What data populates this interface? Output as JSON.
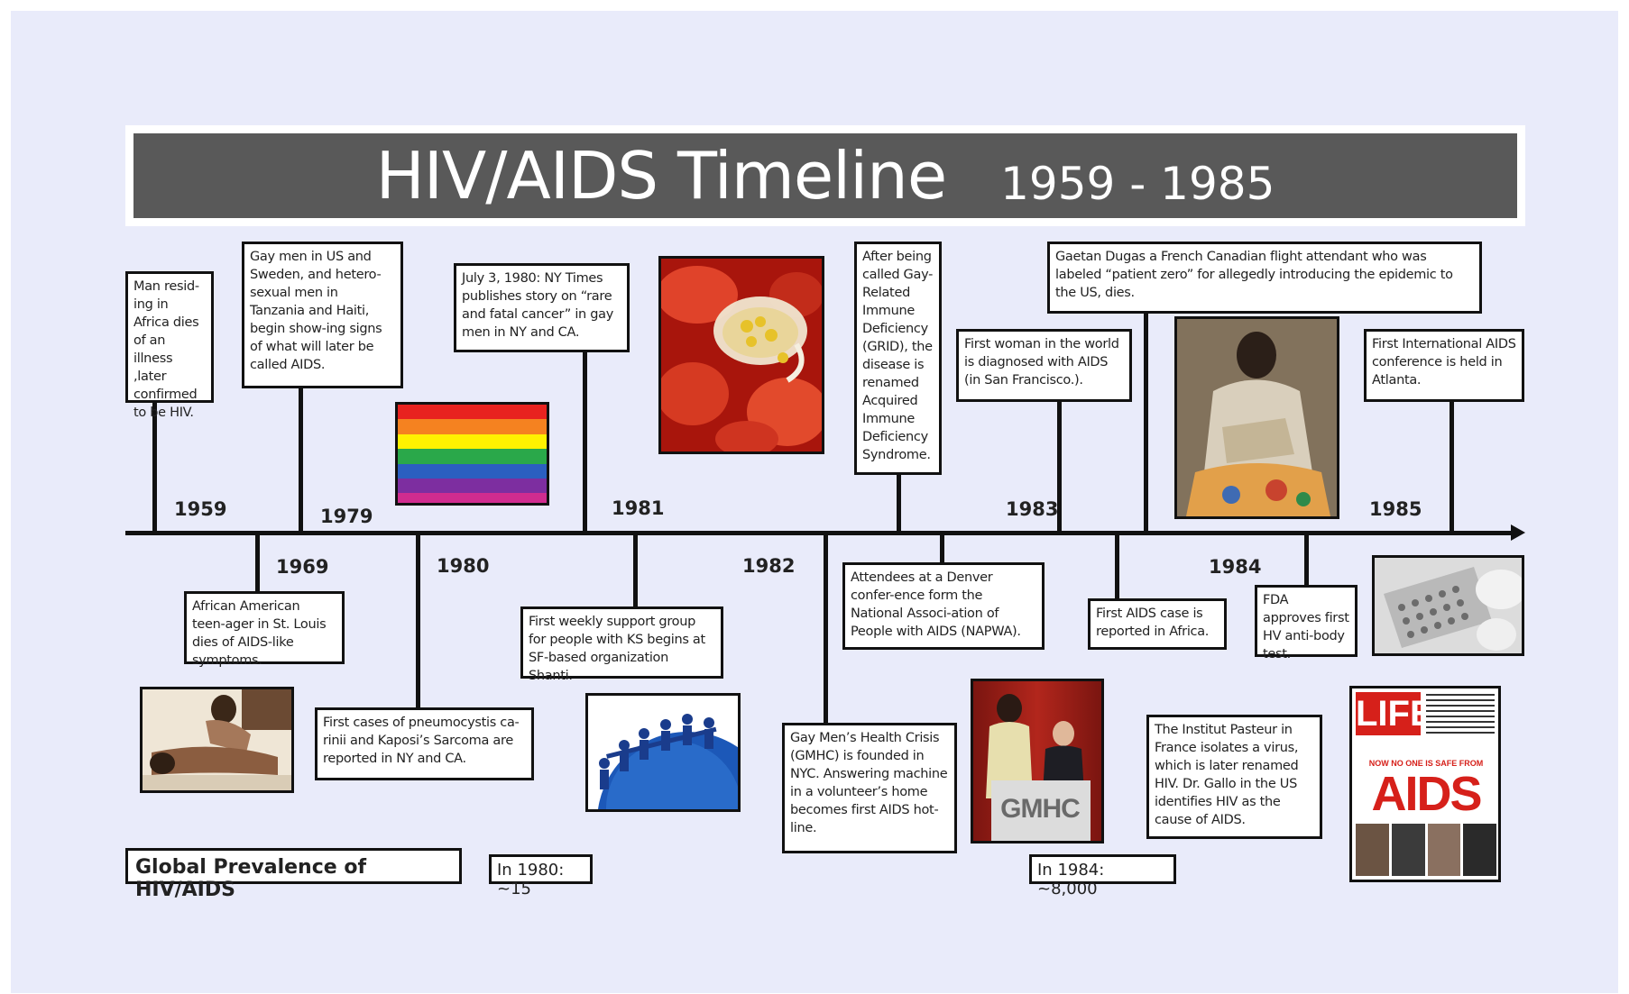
{
  "header": {
    "title": "HIV/AIDS Timeline",
    "years": "1959 - 1985"
  },
  "years": [
    "1959",
    "1969",
    "1979",
    "1980",
    "1981",
    "1982",
    "1983",
    "1984",
    "1985"
  ],
  "events_above": [
    "Man resid-ing in Africa dies of an illness ,later confirmed to be HIV.",
    "Gay men in US and Sweden, and hetero-sexual men in Tanzania and Haiti, begin show-ing signs of what will later be called AIDS.",
    "July 3, 1980: NY Times publishes story on “rare and fatal cancer” in gay men in NY and CA.",
    "After being called Gay-Related Immune Deficiency (GRID), the disease is renamed Acquired Immune Deficiency Syndrome.",
    "First woman in the world is diagnosed with AIDS (in San Francisco.).",
    "Gaetan Dugas a French Canadian flight attendant who was labeled “patient zero” for allegedly introducing the epidemic to the US, dies.",
    "First International AIDS conference is held in Atlanta."
  ],
  "events_below": [
    "African American teen-ager in St. Louis dies of AIDS-like symptoms.",
    "First cases of pneumocystis ca-rinii and Kaposi’s Sarcoma are reported in NY and CA.",
    "First weekly support group for people with KS begins at SF-based organization Shanti.",
    "Gay Men’s Health Crisis (GMHC) is founded in NYC. Answering machine in a volunteer’s home becomes first AIDS hot-line.",
    "Attendees at a Denver confer-ence form the National Associ-ation of People with AIDS (NAPWA).",
    "First AIDS case is reported in Africa.",
    "The Institut Pasteur in France isolates a virus, which is later renamed HIV. Dr. Gallo in the US identifies HIV as the cause of AIDS.",
    "FDA approves first HV anti-body test."
  ],
  "prevalence": {
    "label": "Global Prevalence of HIV/AIDS",
    "stat_1980": "In 1980: ~15",
    "stat_1984": "In 1984: ~8,000"
  },
  "images": {
    "gmhc_sign": "GMHC",
    "life_logo": "LIFE",
    "life_headline": "NOW NO ONE IS SAFE FROM",
    "life_big": "AIDS"
  },
  "colors": {
    "background": "#e9ebfa",
    "title_bar": "#595959",
    "rainbow": [
      "#e8221f",
      "#f58220",
      "#fff200",
      "#2aa84a",
      "#2b5fc0",
      "#7d2ea0",
      "#d02c8f"
    ]
  }
}
